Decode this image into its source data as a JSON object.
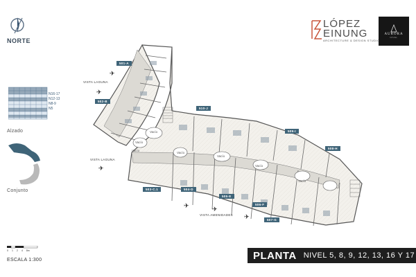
{
  "compass": {
    "label": "NORTE",
    "icon": "compass-icon"
  },
  "elevation": {
    "levels": [
      "N16-17",
      "N12-13",
      "N8-9",
      "N5"
    ],
    "caption": "Alzado"
  },
  "ensemble": {
    "caption": "Conjunto"
  },
  "scale": {
    "ticks": [
      "0",
      "1",
      "2",
      "4",
      "8m"
    ],
    "label": "ESCALA 1:300"
  },
  "brand": {
    "logo_letters": [
      "LÓPEZ",
      "EINUNG"
    ],
    "tagline": "ARCHITECTURE & DESIGN STUDIO",
    "partner_name": "AURORA",
    "partner_sub": "NIVEL"
  },
  "units": {
    "u501": "501-A",
    "u502": "502-B",
    "u510": "510-J",
    "u509": "509-I",
    "u508": "508-H",
    "u503": "503-C.1",
    "u504": "504-D",
    "u505": "505-E",
    "u506": "506-F",
    "u507": "507-G"
  },
  "views": {
    "laguna_top": "VISTA LAGUNA",
    "laguna_left": "VISTA LAGUNA",
    "amenidades": "VISTA AMENIDADES"
  },
  "voids": [
    "Vacío",
    "Vacío",
    "Vacío",
    "Vacío",
    "Vacío",
    "Vacío",
    "Vacío"
  ],
  "footer": {
    "title": "PLANTA",
    "levels": "NIVEL 5, 8, 9, 12, 13, 16 Y 17"
  }
}
